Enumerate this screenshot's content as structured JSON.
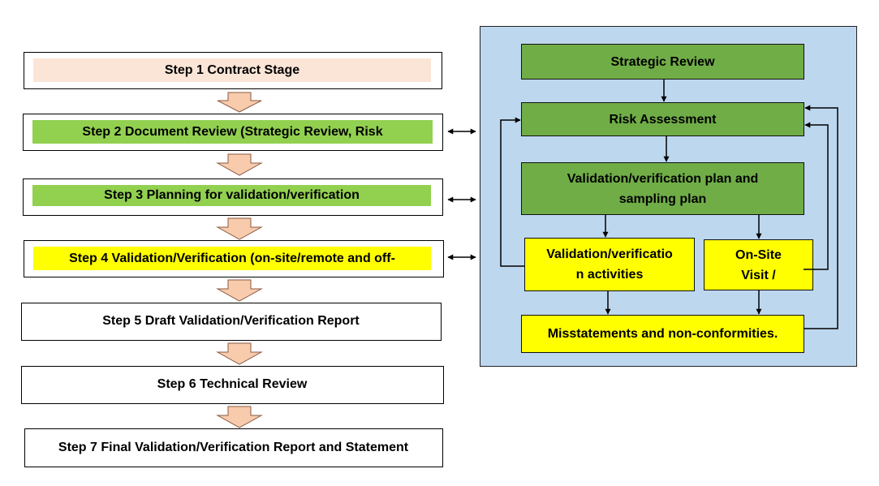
{
  "steps": [
    {
      "label": "Step 1 Contract Stage",
      "fill": "#fbe5d6"
    },
    {
      "label": "Step 2 Document Review (Strategic Review, Risk",
      "fill": "#92d050"
    },
    {
      "label": "Step 3 Planning for validation/verification",
      "fill": "#92d050"
    },
    {
      "label": "Step 4 Validation/Verification (on-site/remote and off-",
      "fill": "#ffff00"
    },
    {
      "label": "Step 5 Draft Validation/Verification Report",
      "fill": "#ffffff"
    },
    {
      "label": "Step 6 Technical Review",
      "fill": "#ffffff"
    },
    {
      "label": "Step 7 Final Validation/Verification Report and Statement",
      "fill": "#ffffff"
    }
  ],
  "detail": {
    "strategic_review": "Strategic Review",
    "risk_assessment": "Risk Assessment",
    "plan_line1": "Validation/verification plan and",
    "plan_line2": "sampling plan",
    "activities_line1": "Validation/verificatio",
    "activities_line2": "n activities",
    "onsite_line1": "On-Site",
    "onsite_line2": "Visit /",
    "misstatements": "Misstatements and non-conformities."
  },
  "colors": {
    "panel_background": "#bdd7ee",
    "detail_green": "#70ad47",
    "highlight_yellow": "#ffff00",
    "down_arrow_fill": "#f8cbad"
  }
}
